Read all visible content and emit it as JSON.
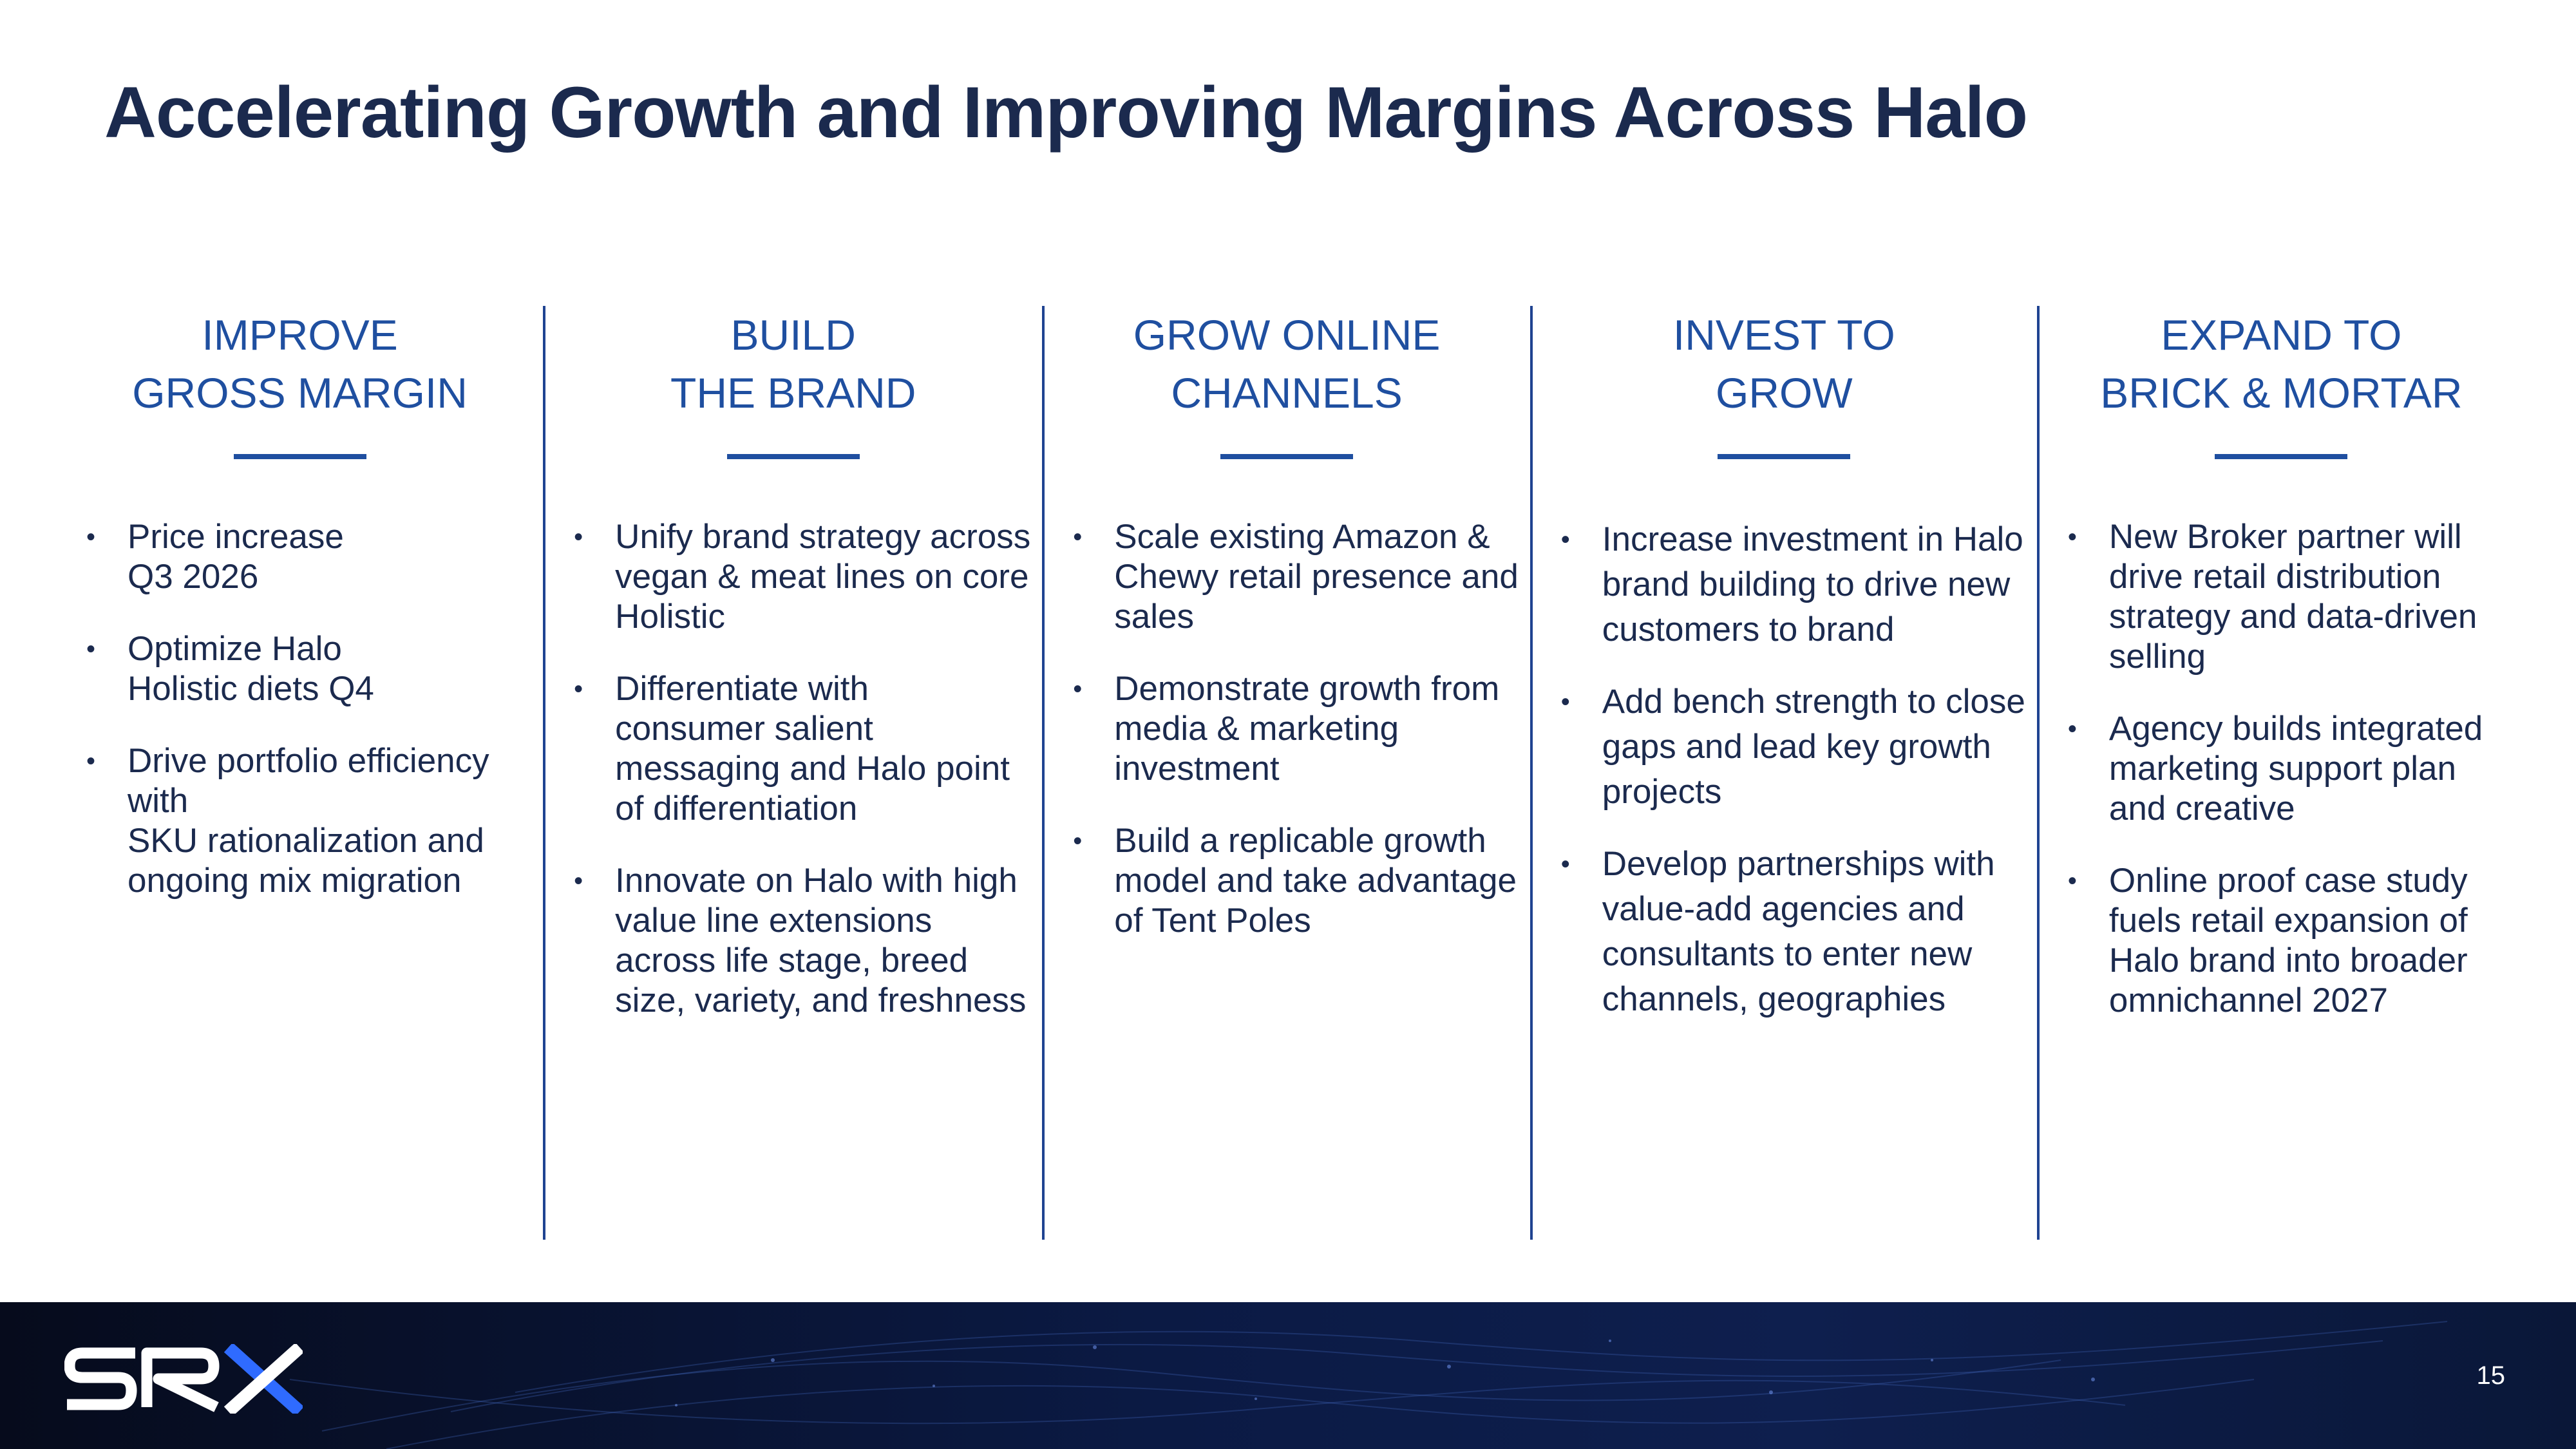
{
  "slide": {
    "title": "Accelerating Growth and Improving Margins Across Halo",
    "page_number": "15"
  },
  "columns": [
    {
      "heading": [
        "IMPROVE",
        "GROSS MARGIN"
      ],
      "bullets": [
        [
          "Price increase",
          "Q3 2026"
        ],
        [
          "Optimize Halo",
          "Holistic diets Q4"
        ],
        [
          "Drive portfolio efficiency",
          "with",
          "SKU rationalization and",
          "ongoing mix migration"
        ]
      ]
    },
    {
      "heading": [
        "BUILD",
        "THE BRAND"
      ],
      "bullets": [
        [
          "Unify brand strategy across",
          "vegan & meat lines on core",
          "Holistic"
        ],
        [
          "Differentiate with",
          "consumer salient",
          "messaging and Halo point",
          "of differentiation"
        ],
        [
          "Innovate on Halo with high",
          "value line extensions",
          "across life stage, breed",
          "size, variety, and freshness"
        ]
      ]
    },
    {
      "heading": [
        "GROW ONLINE",
        "CHANNELS"
      ],
      "bullets": [
        [
          "Scale existing Amazon &",
          "Chewy retail presence and",
          "sales"
        ],
        [
          "Demonstrate growth from",
          "media & marketing",
          "investment"
        ],
        [
          "Build a replicable growth",
          "model and take advantage",
          "of Tent Poles"
        ]
      ]
    },
    {
      "heading": [
        "INVEST TO",
        "GROW"
      ],
      "bullets": [
        [
          "Increase investment in Halo",
          "brand building to drive new",
          "customers to brand"
        ],
        [
          "Add bench strength to close",
          "gaps and lead key growth",
          "projects"
        ],
        [
          "Develop partnerships with",
          "value-add agencies and",
          "consultants to enter new",
          "channels, geographies"
        ]
      ]
    },
    {
      "heading": [
        "EXPAND TO",
        "BRICK & MORTAR"
      ],
      "bullets": [
        [
          "New Broker partner will",
          "drive retail distribution",
          "strategy and data-driven",
          "selling"
        ],
        [
          "Agency builds integrated",
          "marketing support plan",
          "and creative"
        ],
        [
          "Online proof case study",
          "fuels retail expansion of",
          "Halo brand into broader",
          "omnichannel 2027"
        ]
      ]
    }
  ],
  "footer": {
    "logo_text": "SRX",
    "logo_accent_color": "#2f6bff",
    "background_color": "#0b1a44"
  },
  "colors": {
    "title": "#1b2a4e",
    "heading": "#1f4fa0",
    "divider": "#1f4391",
    "body_text": "#1b2a4e"
  }
}
